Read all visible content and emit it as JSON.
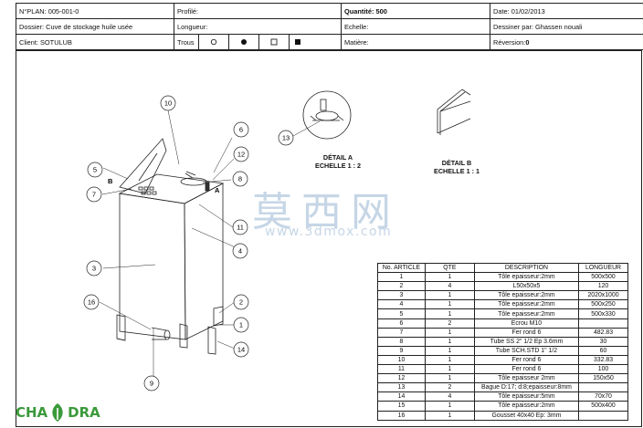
{
  "title_block": {
    "plan": "N°PLAN: 005-001-0",
    "profile": "Profilé:",
    "quantity": "Quantité: 500",
    "date": "Date: 01/02/2013",
    "dossier": "Dossier: Cuve de stockage huile usée",
    "longueur": "Longueur:",
    "echelle": "Echelle:",
    "dessiner": "Dessiner par: Ghassen nouali",
    "client": "Client: SOTULUB",
    "trous": "Trous",
    "matiere": "Matière:",
    "reversion_label": "Réversion:",
    "reversion_value": "0"
  },
  "details": {
    "a_title": "DÉTAIL A",
    "a_scale": "ECHELLE 1 : 2",
    "b_title": "DÉTAIL B",
    "b_scale": "ECHELLE 1 : 1"
  },
  "view_labels": {
    "a": "A",
    "b": "B"
  },
  "balloons": [
    "10",
    "6",
    "12",
    "5",
    "8",
    "7",
    "11",
    "4",
    "3",
    "16",
    "2",
    "1",
    "14",
    "9",
    "13"
  ],
  "bom": {
    "headers": [
      "No. ARTICLE",
      "QTE",
      "DESCRIPTION",
      "LONGUEUR"
    ],
    "rows": [
      [
        "1",
        "1",
        "Tôle epaisseur:2mm",
        "500x500"
      ],
      [
        "2",
        "4",
        "L50x50x5",
        "120"
      ],
      [
        "3",
        "1",
        "Tôle epaisseur:2mm",
        "2020x1000"
      ],
      [
        "4",
        "1",
        "Tôle epaisseur:2mm",
        "500x250"
      ],
      [
        "5",
        "1",
        "Tôle epaisseur:2mm",
        "500x330"
      ],
      [
        "6",
        "2",
        "Ecrou M10",
        ""
      ],
      [
        "7",
        "1",
        "Fer rond 6",
        "482.83"
      ],
      [
        "8",
        "1",
        "Tube SS 2\" 1/2 Ep 3.6mm",
        "30"
      ],
      [
        "9",
        "1",
        "Tube SCH.STD 1\" 1/2",
        "60"
      ],
      [
        "10",
        "1",
        "Fer rond 6",
        "332.83"
      ],
      [
        "11",
        "1",
        "Fer rond 6",
        "100"
      ],
      [
        "12",
        "1",
        "Tôle epaisseur 2mm",
        "150x50"
      ],
      [
        "13",
        "2",
        "Bague D:17; d:8;epaisseur:8mm",
        ""
      ],
      [
        "14",
        "4",
        "Tôle epaisseur:5mm",
        "70x70"
      ],
      [
        "15",
        "1",
        "Tôle epaisseur:2mm",
        "500x400"
      ],
      [
        "16",
        "1",
        "Gousset 40x40 Ep: 3mm",
        ""
      ]
    ]
  },
  "watermark": {
    "chars": "莫西网",
    "url": "www.3dmox.com"
  },
  "logo": {
    "left": "CHA",
    "right": "DRA",
    "color": "#3a9a3a"
  }
}
